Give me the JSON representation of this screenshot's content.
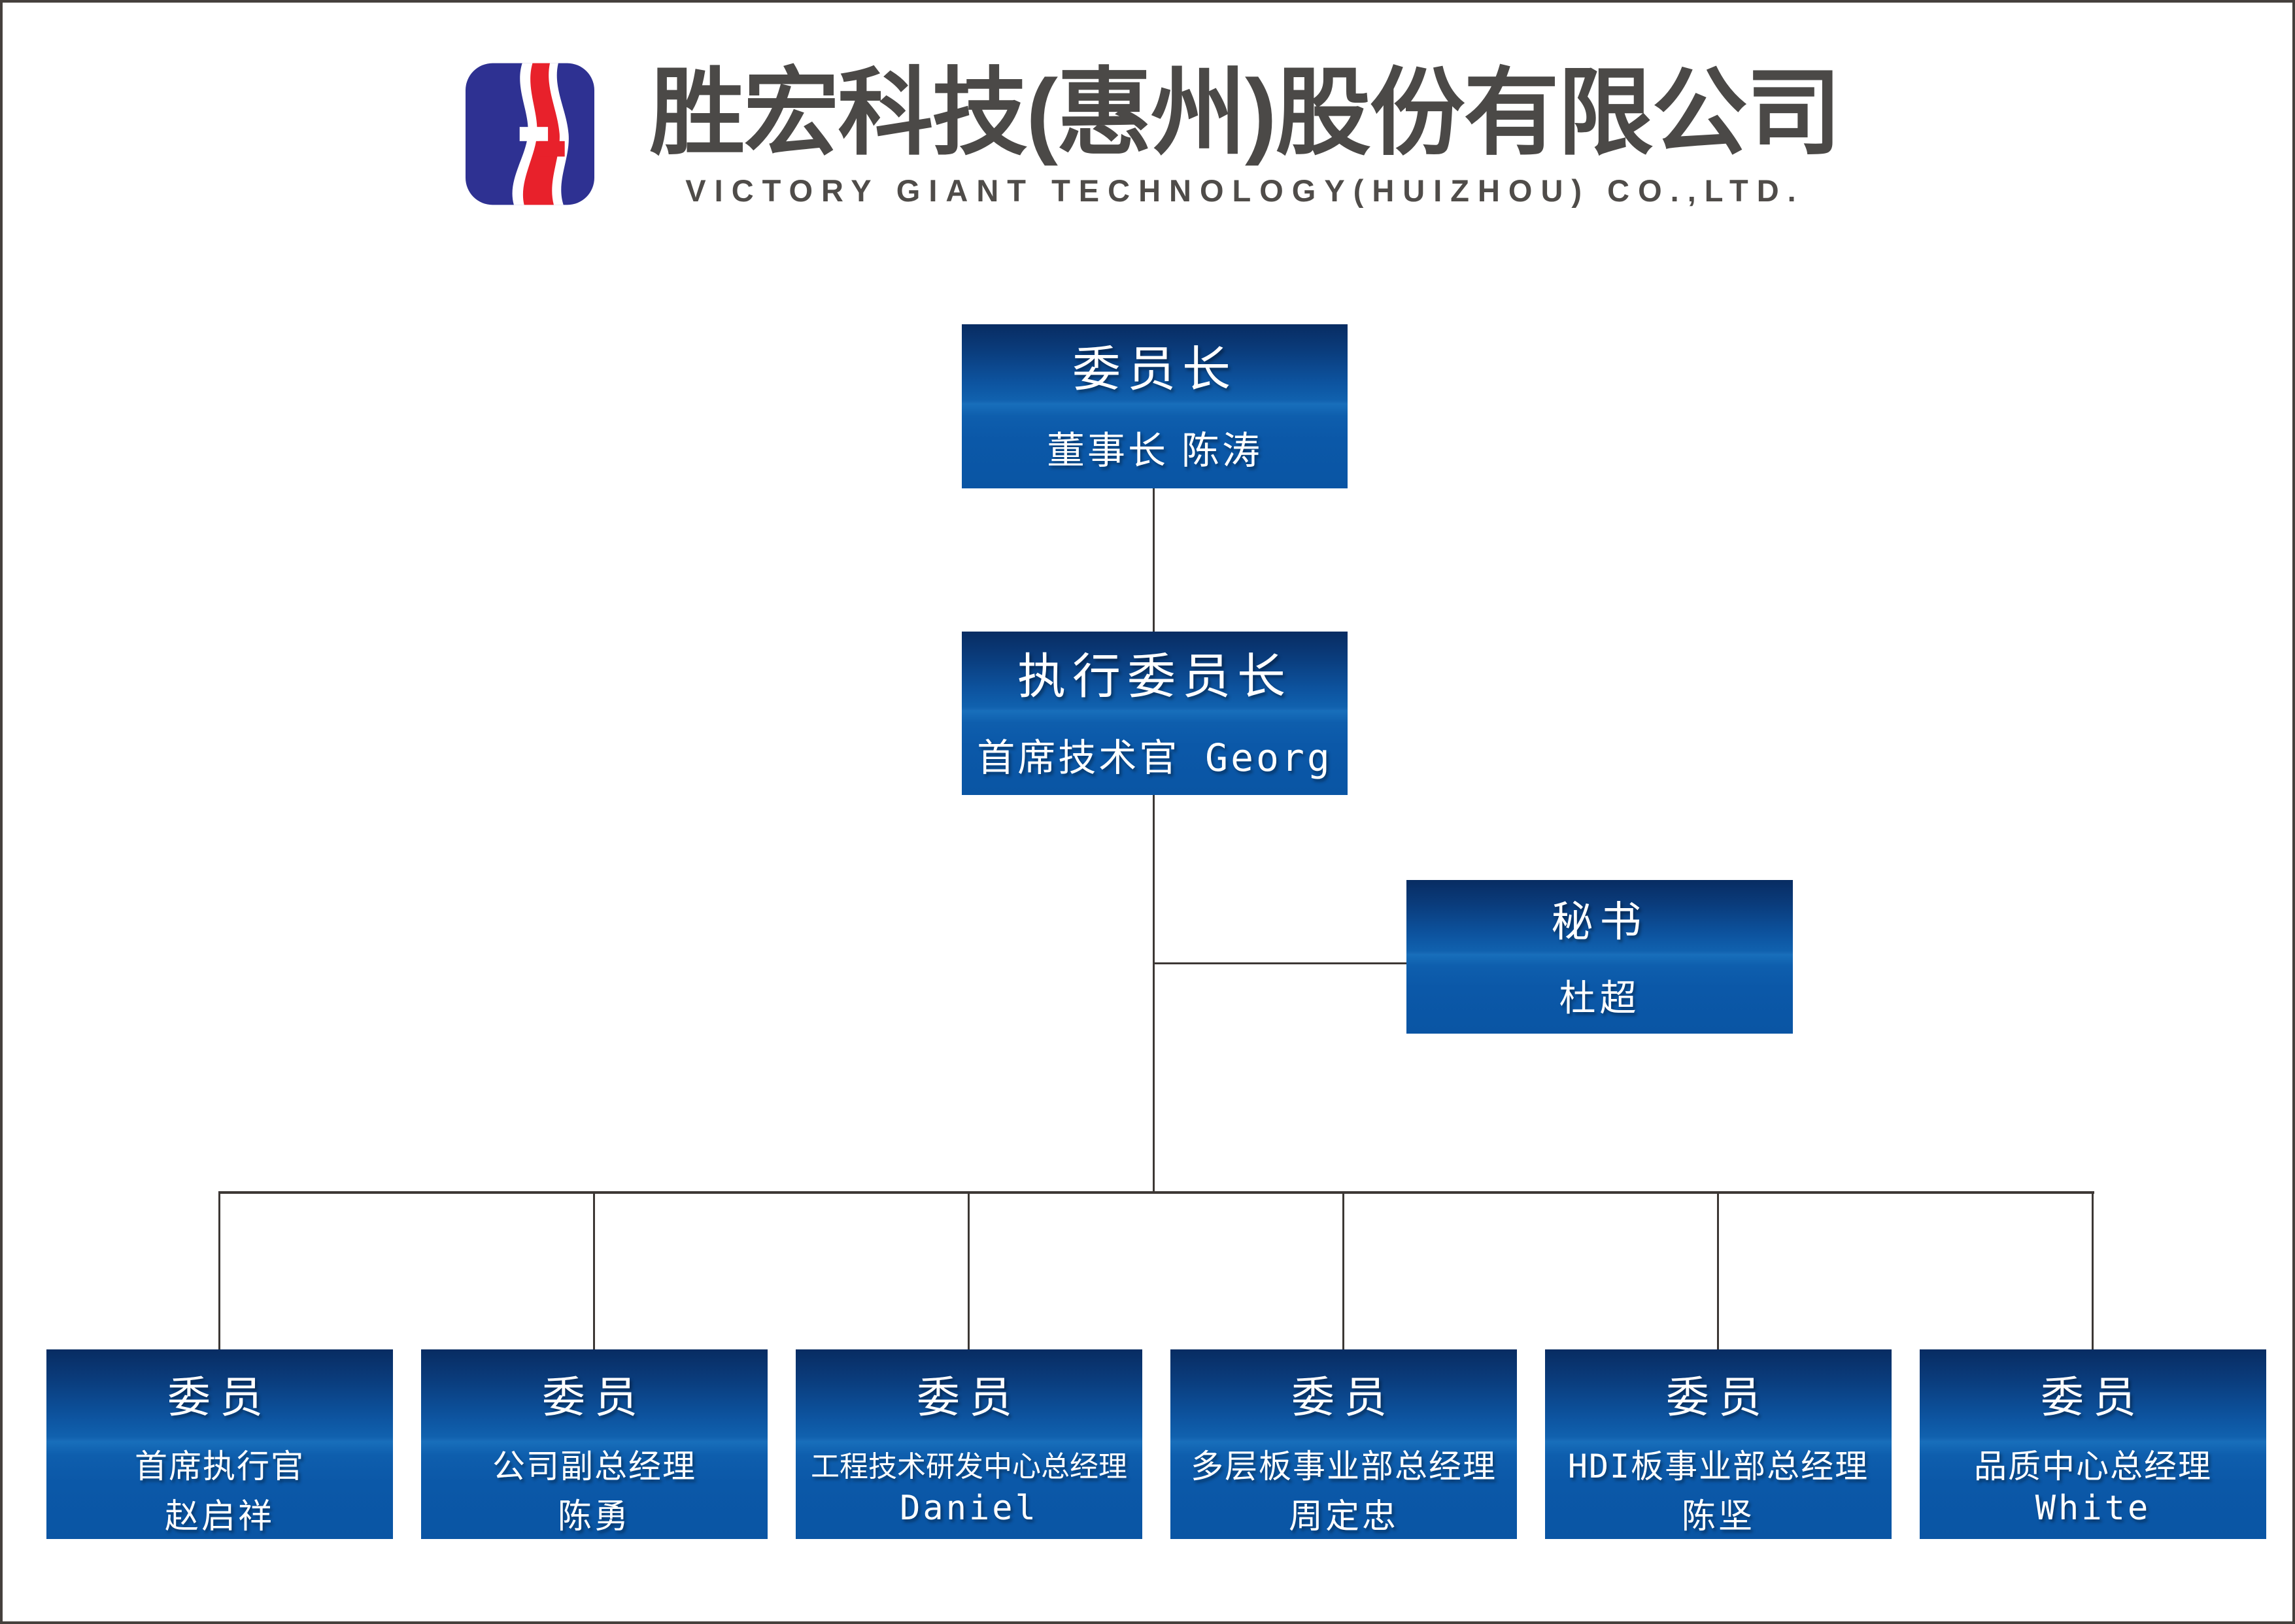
{
  "header": {
    "company_name_zh": "胜宏科技(惠州)股份有限公司",
    "company_name_en": "VICTORY GIANT TECHNOLOGY(HUIZHOU) CO.,LTD.",
    "logo": {
      "blue": "#2e3192",
      "red": "#e8212b",
      "white": "#ffffff"
    }
  },
  "colors": {
    "node_top": "#082c62",
    "node_bottom": "#0a55a4",
    "connector": "#3d3835",
    "title_text": "#4b4947"
  },
  "org": {
    "chairman": {
      "title": "委员长",
      "subtitle": "董事长 陈涛"
    },
    "executive": {
      "title": "执行委员长",
      "subtitle": "首席技术官 Georg"
    },
    "secretary": {
      "title": "秘书",
      "subtitle": "杜超"
    },
    "members": [
      {
        "title": "委员",
        "role": "首席执行官",
        "name": "赵启祥"
      },
      {
        "title": "委员",
        "role": "公司副总经理",
        "name": "陈勇"
      },
      {
        "title": "委员",
        "role": "工程技术研发中心总经理",
        "name": "Daniel"
      },
      {
        "title": "委员",
        "role": "多层板事业部总经理",
        "name": "周定忠"
      },
      {
        "title": "委员",
        "role": "HDI板事业部总经理",
        "name": "陈坚"
      },
      {
        "title": "委员",
        "role": "品质中心总经理",
        "name": "White"
      }
    ]
  }
}
